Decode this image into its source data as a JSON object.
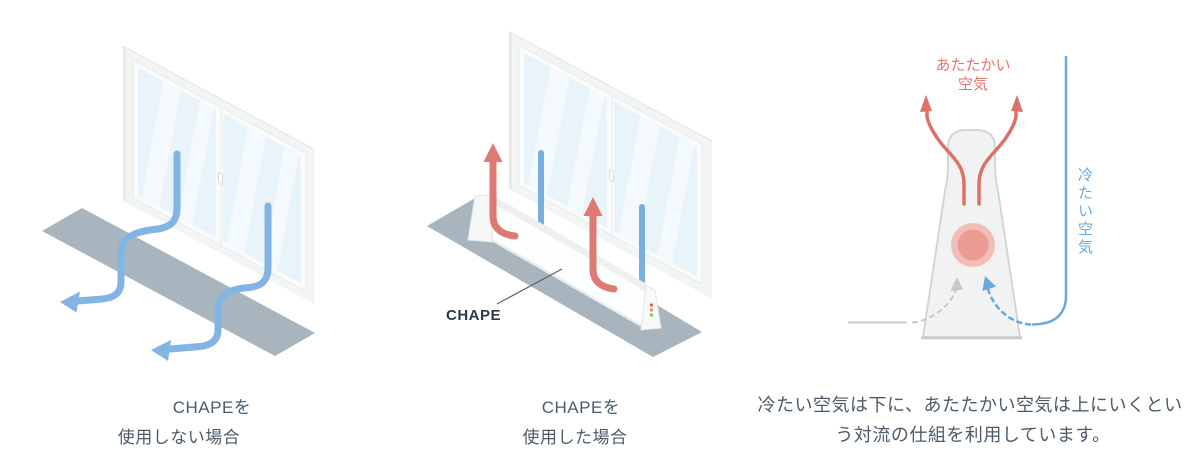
{
  "page": {
    "background": "#ffffff"
  },
  "colors": {
    "cold_air_blue": "#83b5e4",
    "cold_air_line_blue": "#79aedf",
    "warm_air_red": "#df7a72",
    "floor_gray": "#a8b5be",
    "glass_blue": "#e8f3fa",
    "frame_white": "#f3f5f5",
    "caption_text": "#4d5b69",
    "warm_label_red": "#e0746b",
    "cold_label_blue": "#69a9db",
    "heater_core_pink": "#ea9c94",
    "device_label_text": "#2f3b47"
  },
  "panels": [
    {
      "id": "without-chape",
      "caption_lines": [
        "CHAPEを",
        "使用しない場合"
      ]
    },
    {
      "id": "with-chape",
      "caption_lines": [
        "CHAPEを",
        "使用した場合"
      ],
      "device_label": "CHAPE"
    },
    {
      "id": "convection-principle",
      "caption_lines": [
        "冷たい空気は下に、あたたかい空気は上にいくとい",
        "う対流の仕組を利用しています。"
      ],
      "warm_air_label_lines": [
        "あたたかい",
        "空気"
      ],
      "cold_air_label": "冷たい空気"
    }
  ]
}
